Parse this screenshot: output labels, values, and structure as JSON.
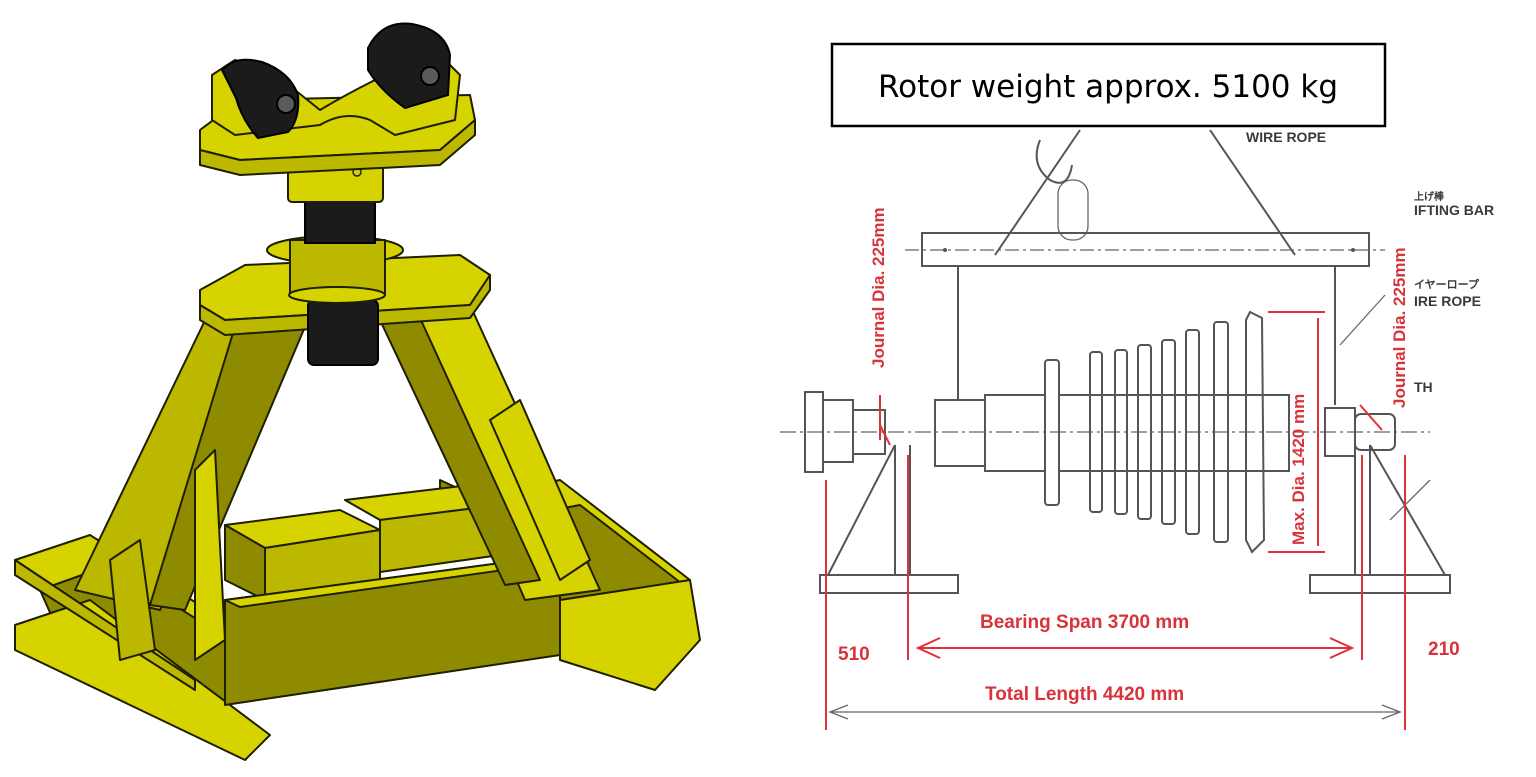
{
  "weight_box": {
    "text": "Rotor weight approx. 5100 kg"
  },
  "labels": {
    "wire_rope_top": "WIRE ROPE",
    "lifting_bar_jp": "上げ棒",
    "lifting_bar": "IFTING BAR",
    "wire_rope_jp": "イヤーロープ",
    "wire_rope_right": "IRE ROPE",
    "th_fragment": "TH",
    "journal_left": "Journal Dia. 225mm",
    "journal_right": "Journal Dia. 225mm",
    "max_dia": "Max. Dia.  1420 mm",
    "bearing_span": "Bearing Span  3700 mm",
    "left_overhang": "510",
    "right_overhang": "210",
    "total_length": "Total Length 4420 mm"
  },
  "colors": {
    "stand_yellow": "#d6d300",
    "dimension_red": "#e0303a",
    "roller_black": "#1b1b1b"
  }
}
